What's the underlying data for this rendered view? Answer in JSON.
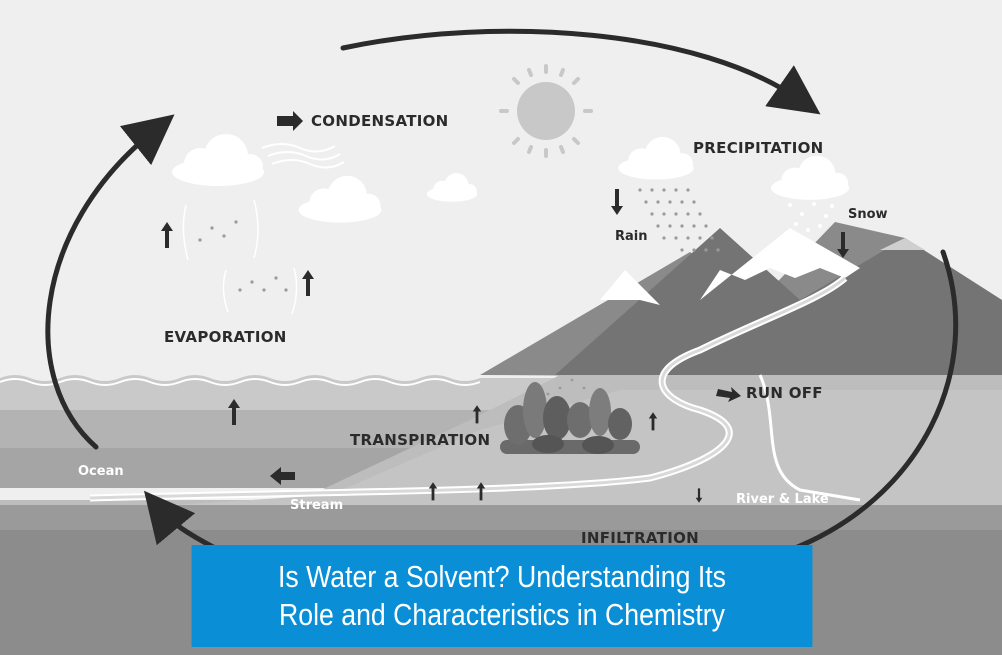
{
  "labels": {
    "condensation": "CONDENSATION",
    "precipitation": "PRECIPITATION",
    "evaporation": "EVAPORATION",
    "transpiration": "TRANSPIRATION",
    "run_off": "RUN OFF",
    "infiltration": "INFILTRATION",
    "rain": "Rain",
    "snow": "Snow",
    "ocean": "Ocean",
    "stream": "Stream",
    "river_lake": "River & Lake"
  },
  "banner": {
    "line1": "Is Water a Solvent? Understanding Its",
    "line2": "Role and Characteristics in Chemistry"
  },
  "colors": {
    "banner_bg": "#0a8fd6",
    "sky": "#efefef",
    "ink": "#2b2b2b"
  }
}
